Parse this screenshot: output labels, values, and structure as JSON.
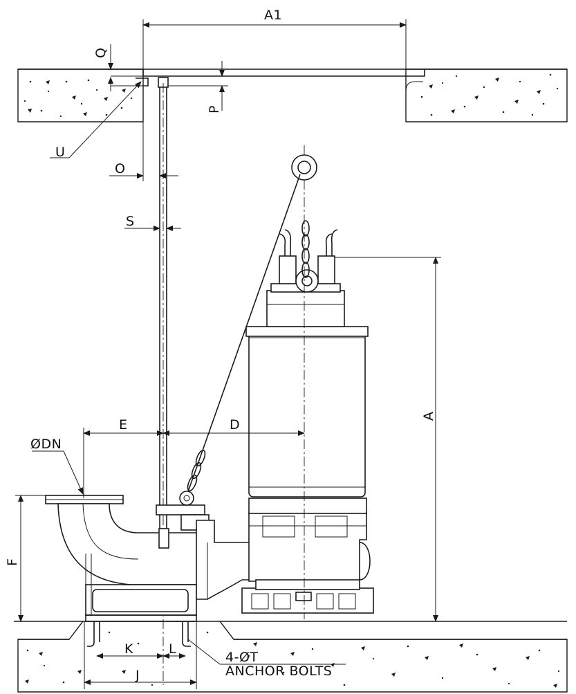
{
  "diagram": {
    "labels": {
      "a1": "A1",
      "q": "Q",
      "p": "P",
      "u": "U",
      "o": "O",
      "s": "S",
      "a": "A",
      "e": "E",
      "d": "D",
      "dn": "ØDN",
      "f": "F",
      "k": "K",
      "l": "L",
      "j": "J",
      "bolt_count": "4-ØT",
      "anchor": "ANCHOR BOLTS"
    }
  }
}
